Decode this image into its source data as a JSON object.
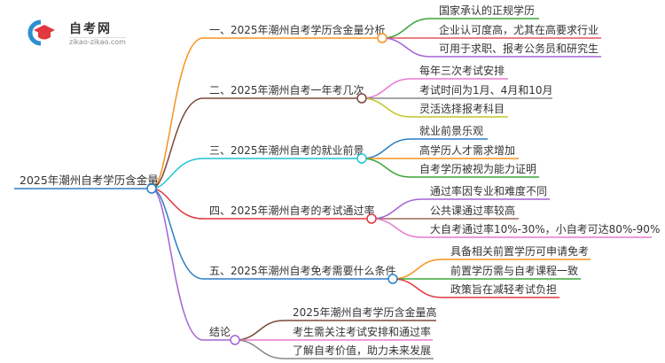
{
  "logo": {
    "title": "自考网",
    "url": "zikao-zikao.com",
    "icon": "graduation-cap-icon"
  },
  "root": {
    "label": "2025年潮州自考学历含金量",
    "color": "#2b7fc4"
  },
  "branches": [
    {
      "label": "一、2025年潮州自考学历含金量分析",
      "color": "#f7931e",
      "children": [
        {
          "label": "国家承认的正规学历",
          "color": "#3aa53a"
        },
        {
          "label": "企业认可度高，尤其在高要求行业",
          "color": "#e0565b"
        },
        {
          "label": "可用于求职、报考公务员和研究生",
          "color": "#a463d6"
        }
      ]
    },
    {
      "label": "二、2025年潮州自考一年考几次",
      "color": "#7b4a3a",
      "children": [
        {
          "label": "每年三次考试安排",
          "color": "#e87ad0"
        },
        {
          "label": "考试时间为1月、4月和10月",
          "color": "#888888"
        },
        {
          "label": "灵活选择报考科目",
          "color": "#c4c42a"
        }
      ]
    },
    {
      "label": "三、2025年潮州自考的就业前景",
      "color": "#1fc4d8",
      "children": [
        {
          "label": "就业前景乐观",
          "color": "#2b7fc4"
        },
        {
          "label": "高学历人才需求增加",
          "color": "#f7931e"
        },
        {
          "label": "自考学历被视为能力证明",
          "color": "#3aa53a"
        }
      ]
    },
    {
      "label": "四、2025年潮州自考的考试通过率",
      "color": "#e0383e",
      "children": [
        {
          "label": "通过率因专业和难度不同",
          "color": "#a463d6"
        },
        {
          "label": "公共课通过率较高",
          "color": "#9a6a5e"
        },
        {
          "label": "大自考通过率10%-30%，小自考可达80%-90%",
          "color": "#e87ad0"
        }
      ]
    },
    {
      "label": "五、2025年潮州自考免考需要什么条件",
      "color": "#2b7fc4",
      "children": [
        {
          "label": "具备相关前置学历可申请免考",
          "color": "#f7931e"
        },
        {
          "label": "前置学历需与自考课程一致",
          "color": "#3aa53a"
        },
        {
          "label": "政策旨在减轻考试负担",
          "color": "#e0383e"
        }
      ]
    },
    {
      "label": "结论",
      "color": "#a463d6",
      "children": [
        {
          "label": "2025年潮州自考学历含金量高",
          "color": "#7b4a3a"
        },
        {
          "label": "考生需关注考试安排和通过率",
          "color": "#e87ad0"
        },
        {
          "label": "了解自考价值，助力未来发展",
          "color": "#888888"
        }
      ]
    }
  ]
}
